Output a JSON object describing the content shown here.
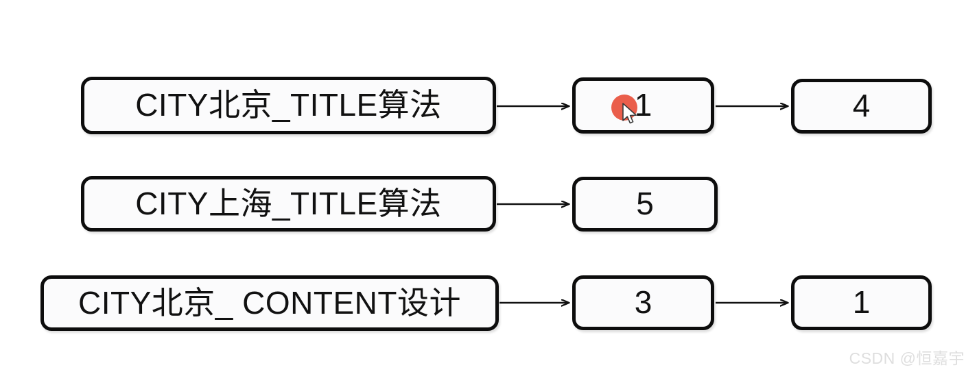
{
  "diagram": {
    "background_color": "#ffffff",
    "node_border_color": "#0d0d0d",
    "node_fill_color": "#fbfbfc",
    "edge_color": "#111111",
    "click_highlight_color": "#e8503c",
    "rows": [
      {
        "id": "row-1",
        "nodes": [
          {
            "id": "r1n1",
            "label": "CITY北京_TITLE算法",
            "kind": "label"
          },
          {
            "id": "r1n2",
            "label": "1",
            "kind": "number",
            "highlighted": true
          },
          {
            "id": "r1n3",
            "label": "4",
            "kind": "number"
          }
        ],
        "edges": 2
      },
      {
        "id": "row-2",
        "nodes": [
          {
            "id": "r2n1",
            "label": "CITY上海_TITLE算法",
            "kind": "label"
          },
          {
            "id": "r2n2",
            "label": "5",
            "kind": "number"
          }
        ],
        "edges": 1
      },
      {
        "id": "row-3",
        "nodes": [
          {
            "id": "r3n1",
            "label": "CITY北京_ CONTENT设计",
            "kind": "label"
          },
          {
            "id": "r3n2",
            "label": "3",
            "kind": "number"
          },
          {
            "id": "r3n3",
            "label": "1",
            "kind": "number"
          }
        ],
        "edges": 2
      }
    ]
  },
  "watermark": {
    "text": "CSDN @恒嘉宇"
  }
}
